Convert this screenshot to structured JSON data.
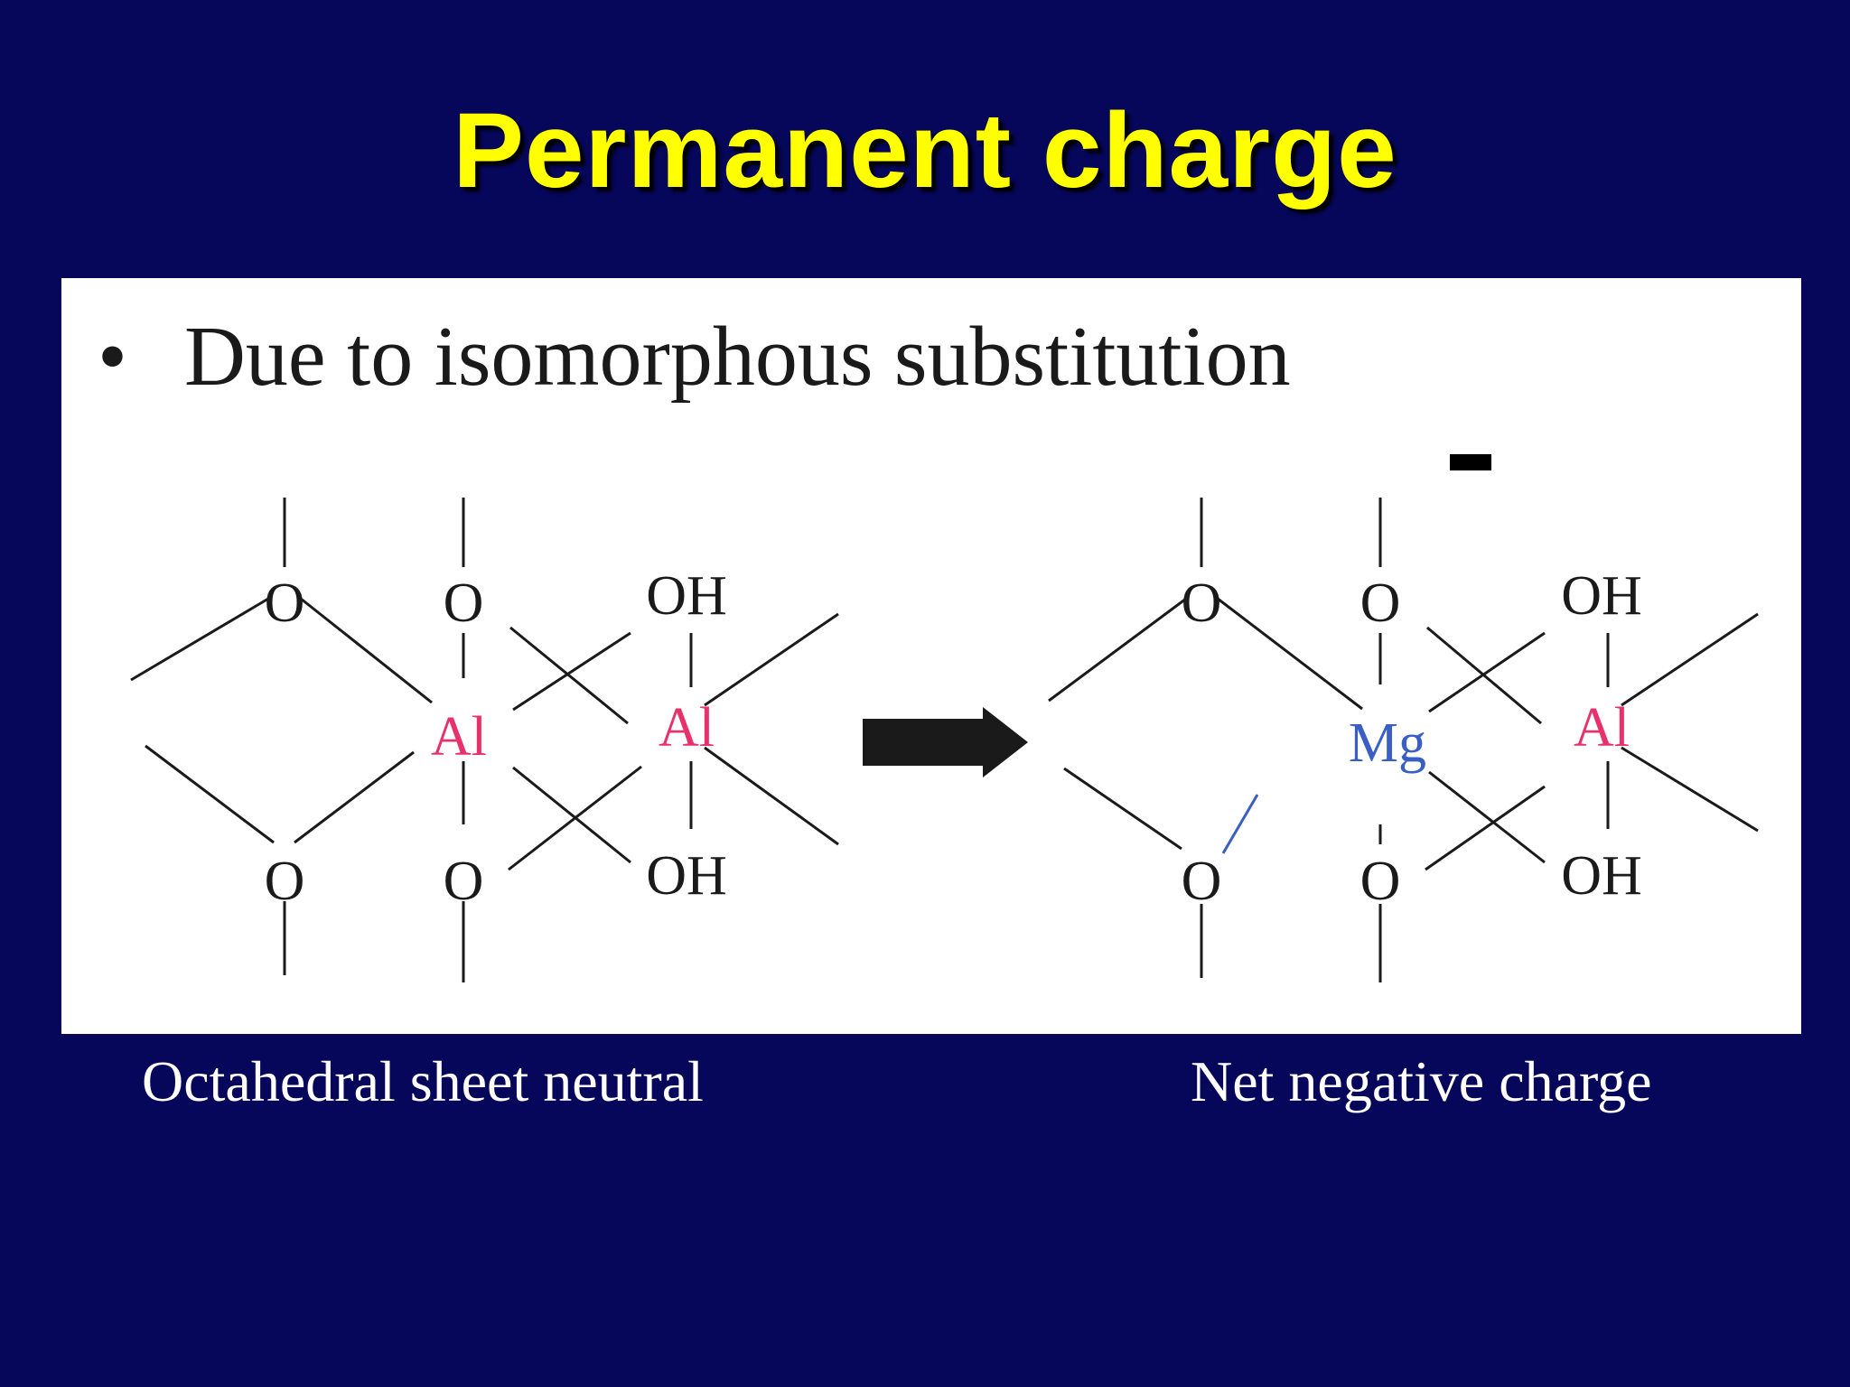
{
  "slide": {
    "title": "Permanent charge",
    "bullet": "Due to isomorphous substitution",
    "bullet_marker": "•",
    "captions": {
      "left": "Octahedral sheet neutral",
      "right": "Net negative charge"
    }
  },
  "diagram": {
    "charge_marker": "-",
    "left_structure": {
      "oxygen_label": "O",
      "hydroxyl_label": "OH",
      "cations": [
        "Al",
        "Al"
      ]
    },
    "right_structure": {
      "oxygen_label": "O",
      "hydroxyl_label": "OH",
      "cations": [
        "Mg",
        "Al"
      ]
    },
    "arrow_icon": "right-arrow-icon"
  },
  "colors": {
    "background": "#06065a",
    "title": "#ffff00",
    "aluminum": "#e8306a",
    "magnesium": "#3a5fc4",
    "bonds": "#1a1a1a",
    "caption": "#ffffff"
  }
}
